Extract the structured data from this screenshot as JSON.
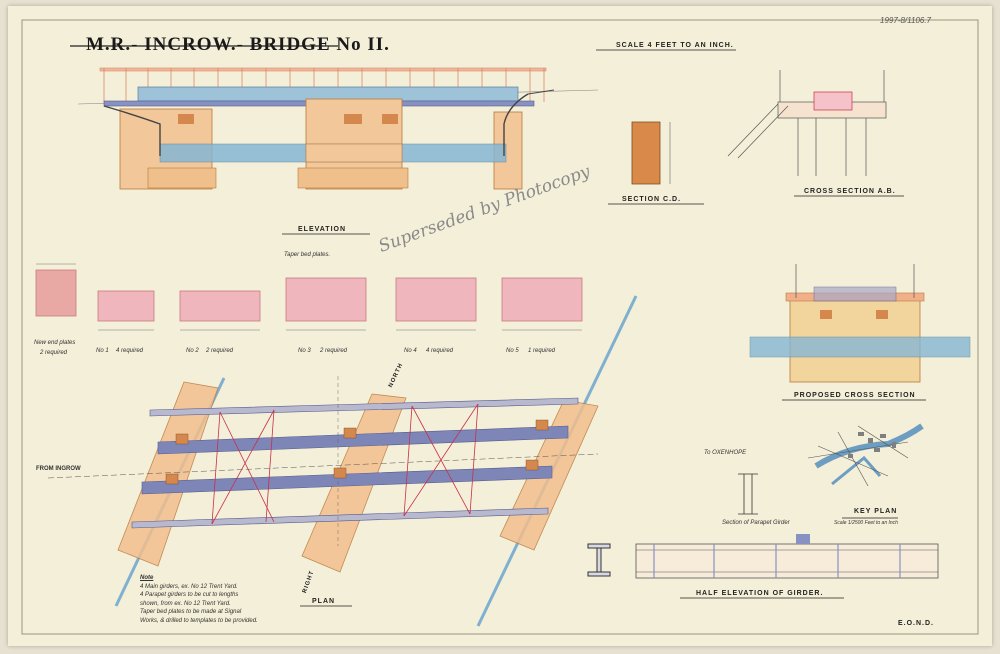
{
  "title": "M.R.- INCROW.- BRIDGE No II.",
  "reference_number": "1997-8/1106.7",
  "scale": "SCALE 4 FEET TO AN INCH.",
  "labels": {
    "elevation": "ELEVATION",
    "section_cd": "SECTION C.D.",
    "cross_section_ab": "CROSS SECTION A.B.",
    "taper_bed_plates": "Taper bed plates.",
    "proposed_cross_section": "PROPOSED CROSS SECTION",
    "plan": "PLAN",
    "half_elevation_of_girder": "HALF ELEVATION OF GIRDER.",
    "key_plan": "KEY PLAN",
    "key_plan_scale": "Scale 1/2500 Feet to an Inch",
    "to_oxenhope": "To OXENHOPE",
    "from_ingrow": "FROM INGROW",
    "section_of_parapet_girder": "Section of Parapet Girder",
    "drawing_office": "E.O.N.D.",
    "north_arrow_labels": [
      "NORTH",
      "RIGHT"
    ]
  },
  "pencil_annotation": "Superseded by Photocopy",
  "bed_plates": [
    {
      "label": "New end plates",
      "required": "2 required",
      "color": "#e8a8a4"
    },
    {
      "label": "No 1",
      "required": "4 required",
      "color": "#f0b6bd"
    },
    {
      "label": "No 2",
      "required": "2 required",
      "color": "#f0b6bd"
    },
    {
      "label": "No 3",
      "required": "2 required",
      "color": "#f0b6bd"
    },
    {
      "label": "No 4",
      "required": "4 required",
      "color": "#f0b6bd"
    },
    {
      "label": "No 5",
      "required": "1 required",
      "color": "#f0b6bd"
    }
  ],
  "notes": {
    "heading": "Note",
    "lines": [
      "4 Main girders, ex. No 12 Trent Yard.",
      "4 Parapet girders to be cut to lengths",
      "shown, from ex. No 12 Trent Yard.",
      "Taper bed plates to be made at Signal",
      "Works, & drilled to templates to be provided."
    ]
  },
  "colors": {
    "paper": "#f4efd8",
    "masonry": "#f2c79a",
    "masonry_stroke": "#b87a3e",
    "water": "#86b6d4",
    "girder": "#7e86b8",
    "railing": "#d98a6c",
    "bracing": "#c8304a"
  }
}
